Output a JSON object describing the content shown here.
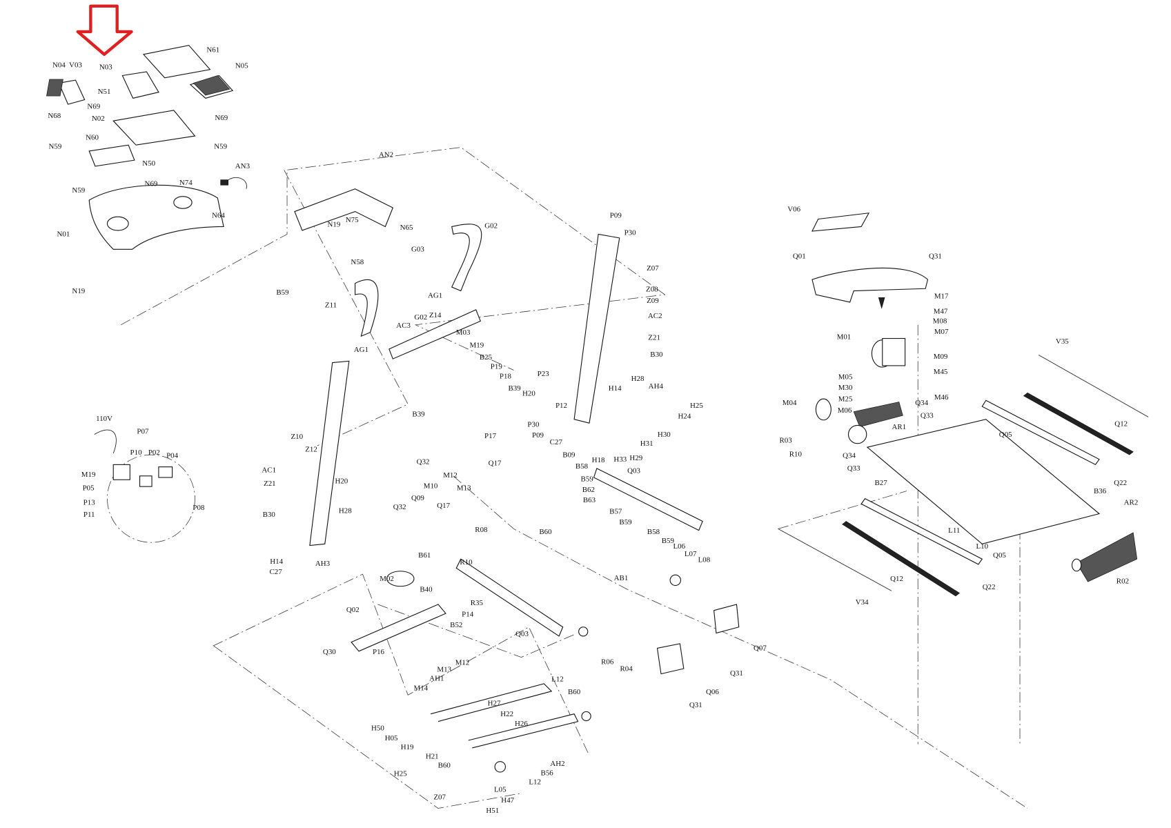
{
  "diagram": {
    "type": "exploded parts diagram",
    "highlight_arrow_color": "#e02020",
    "labels": [
      "V03",
      "N03",
      "N04",
      "N61",
      "N05",
      "N51",
      "N69",
      "N02",
      "N68",
      "N69",
      "N59",
      "N60",
      "N59",
      "N50",
      "N69",
      "N59",
      "N74",
      "AN3",
      "N64",
      "N01",
      "N19",
      "AN2",
      "N19",
      "N75",
      "N65",
      "G02",
      "N58",
      "G03",
      "B59",
      "Z11",
      "AG1",
      "G02",
      "Z14",
      "AC3",
      "AG1",
      "M03",
      "M19",
      "B25",
      "P19",
      "P18",
      "B39",
      "B39",
      "P23",
      "H20",
      "P12",
      "P30",
      "P09",
      "C27",
      "P17",
      "P09",
      "P30",
      "Z07",
      "Z08",
      "Z09",
      "AC2",
      "Z21",
      "B30",
      "H28",
      "H14",
      "AH4",
      "H25",
      "H24",
      "H30",
      "H31",
      "H29",
      "H33",
      "H18",
      "B09",
      "B58",
      "Q17",
      "Q32",
      "Q03",
      "M12",
      "M13",
      "B59",
      "B62",
      "B63",
      "M10",
      "Q09",
      "Q32",
      "Q17",
      "B57",
      "B59",
      "B58",
      "B59",
      "L06",
      "L07",
      "L08",
      "B60",
      "R08",
      "B61",
      "R10",
      "M02",
      "B40",
      "R35",
      "B52",
      "P14",
      "AB1",
      "Q03",
      "R06",
      "R04",
      "Q07",
      "Q31",
      "Q06",
      "Q31",
      "Q02",
      "P16",
      "Q30",
      "M13",
      "M12",
      "AH1",
      "M14",
      "L12",
      "B60",
      "H27",
      "H22",
      "H26",
      "H50",
      "H05",
      "H19",
      "H21",
      "B60",
      "AH2",
      "B56",
      "L12",
      "H25",
      "Z07",
      "L05",
      "H47",
      "H51",
      "110V",
      "P07",
      "P10",
      "P02",
      "P04",
      "M19",
      "P05",
      "P13",
      "P11",
      "P08",
      "Z10",
      "Z12",
      "AC1",
      "H20",
      "Z21",
      "B30",
      "H28",
      "H14",
      "C27",
      "AH3",
      "V06",
      "Q01",
      "Q31",
      "M17",
      "M47",
      "M08",
      "M07",
      "M01",
      "M09",
      "M45",
      "V35",
      "M05",
      "M30",
      "M25",
      "M46",
      "M06",
      "M04",
      "Q34",
      "Q33",
      "AR1",
      "Q12",
      "Q05",
      "R03",
      "R10",
      "Q34",
      "Q33",
      "B27",
      "Q22",
      "B36",
      "AR2",
      "L11",
      "L10",
      "Q05",
      "Q12",
      "Q22",
      "R02",
      "V34"
    ]
  }
}
